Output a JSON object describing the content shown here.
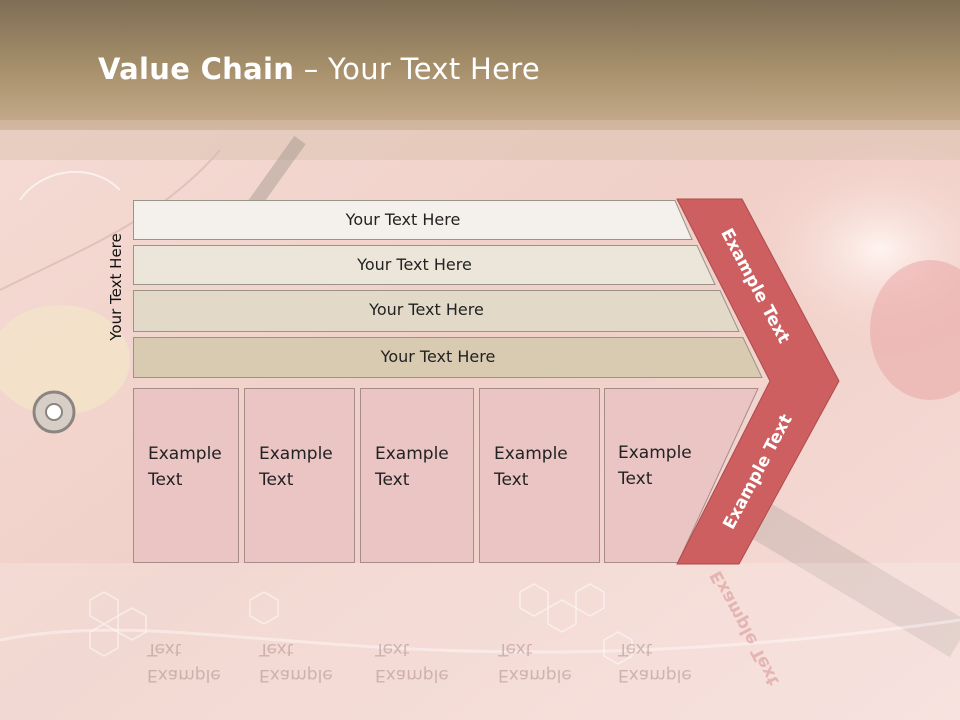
{
  "title": {
    "bold": "Value Chain",
    "rest": " – Your Text Here"
  },
  "side_label": "Your Text Here",
  "bars": [
    {
      "label": "Your Text Here"
    },
    {
      "label": "Your Text Here"
    },
    {
      "label": "Your Text Here"
    },
    {
      "label": "Your Text Here"
    }
  ],
  "boxes": [
    {
      "label": "Example\nText"
    },
    {
      "label": "Example\nText"
    },
    {
      "label": "Example\nText"
    },
    {
      "label": "Example\nText"
    },
    {
      "label": "Example\nText"
    }
  ],
  "chevron": {
    "upper": "Example Text",
    "lower": "Example Text"
  },
  "colors": {
    "chevron": "#cd5f60",
    "box": "#ebc4c4",
    "header": "#a89070"
  }
}
